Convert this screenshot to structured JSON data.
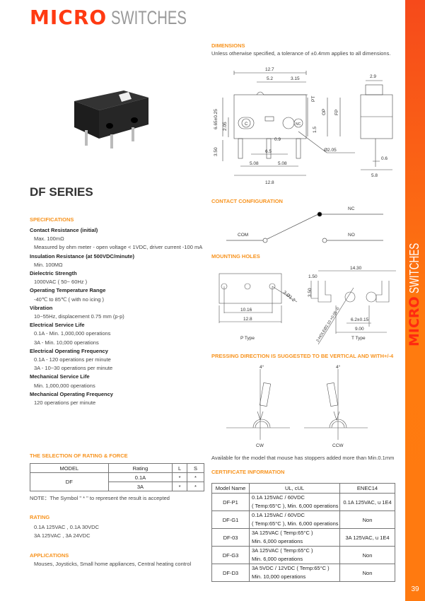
{
  "brand": {
    "micro": "MICRO",
    "switches": "SWITCHES"
  },
  "series_title": "DF SERIES",
  "sidebar": {
    "micro": "MICRO",
    "switches": "SWITCHES",
    "page_number": "39"
  },
  "specifications": {
    "heading": "SPECIFICATIONS",
    "items": [
      {
        "label": "Contact Resistance (initial)",
        "values": [
          "Max. 100mΩ",
          "Measured by ohm meter - open voltage < 1VDC, driver current -100 mA"
        ]
      },
      {
        "label": "Insulation Resistance (at 500VDC/minute)",
        "values": [
          "Min. 100MΩ"
        ]
      },
      {
        "label": "Dielectric Strength",
        "values": [
          "1000VAC ( 50~ 60Hz )"
        ]
      },
      {
        "label": "Operating Temperature Range",
        "values": [
          "-40℃ to 85℃ ( with no icing )"
        ]
      },
      {
        "label": "Vibration",
        "values": [
          "10~55Hz, displacement 0.75 mm (p-p)"
        ]
      },
      {
        "label": "Electrical Service Life",
        "values": [
          "0.1A - Min. 1,000,000 operations",
          "3A - Min. 10,000 operations"
        ]
      },
      {
        "label": "Electrical Operating Frequency",
        "values": [
          "0.1A - 120 operations per minute",
          "3A - 10~30 operations per minute"
        ]
      },
      {
        "label": "Mechanical Service Life",
        "values": [
          "Min. 1,000,000 operations"
        ]
      },
      {
        "label": "Mechanical Operating Frequency",
        "values": [
          "120 operations per minute"
        ]
      }
    ]
  },
  "rating_force": {
    "heading": "THE SELECTION OF RATING & FORCE",
    "headers": [
      "MODEL",
      "Rating",
      "L",
      "S"
    ],
    "model": "DF",
    "rows": [
      [
        "0.1A",
        "*",
        "*"
      ],
      [
        "3A",
        "*",
        "*"
      ]
    ],
    "note": "NOTE：The Symbol \" * \" to represent the result is accepted"
  },
  "rating": {
    "heading": "RATING",
    "lines": [
      "0.1A 125VAC , 0.1A 30VDC",
      "3A 125VAC , 3A 24VDC"
    ]
  },
  "applications": {
    "heading": "APPLICATIONS",
    "text": "Mouses, Joysticks, Small home appliances, Central heating control"
  },
  "dimensions": {
    "heading": "DIMENSIONS",
    "note": "Unless otherwise specified, a tolerance of ±0.4mm applies to all dimensions.",
    "labels": {
      "w127": "12.7",
      "d52": "5.2",
      "d315": "3.15",
      "pt": "PT",
      "op": "OP",
      "fp": "FP",
      "h665": "6.65±0.25",
      "h205": "2.05",
      "h350": "3.50",
      "h15": "1.5",
      "d09": "0.9",
      "d65": "6.5",
      "d508a": "5.08",
      "d508b": "5.08",
      "w128": "12.8",
      "dia": "Ø2.05",
      "c": "C",
      "nc": "NC",
      "s29": "2.9",
      "s06": "0.6",
      "s58": "5.8"
    }
  },
  "contact": {
    "heading": "CONTACT CONFIGURATION",
    "com": "COM",
    "nc": "NC",
    "no": "NO"
  },
  "mounting": {
    "heading": "MOUNTING HOLES",
    "p_type": "P Type",
    "t_type": "T Type",
    "p1016": "10.16",
    "p128": "12.8",
    "p3hole": "3-Ø1.2",
    "t1430": "14.30",
    "t150": "1.50",
    "t350": "3.50",
    "t62": "6.2±0.15",
    "t900": "9.00",
    "thole": "2-HOLEØ2.10 +0.05 -0"
  },
  "pressing": {
    "heading": "PRESSING DIRECTION IS SUGGESTED TO BE VERTICAL AND WITH+/-4",
    "angle_cw": "4°",
    "angle_ccw": "4°",
    "cw": "CW",
    "ccw": "CCW",
    "note": "Available for the model that mouse has stoppers added more than Min.0.1mm"
  },
  "certificate": {
    "heading": "CERTIFICATE INFORMATION",
    "headers": [
      "Model Name",
      "UL, cUL",
      "ENEC14"
    ],
    "rows": [
      {
        "model": "DF-P1",
        "ul": [
          "0.1A 125VAC / 60VDC",
          "( Temp:65°C ), Min. 6,000 operations"
        ],
        "enec": "0.1A 125VAC, u 1E4"
      },
      {
        "model": "DF-G1",
        "ul": [
          "0.1A 125VAC / 60VDC",
          "( Temp:65°C ), Min. 6,000 operations"
        ],
        "enec": "Non"
      },
      {
        "model": "DF-03",
        "ul": [
          "3A 125VAC ( Temp:65°C )",
          "Min. 6,000 operations"
        ],
        "enec": "3A 125VAC, u 1E4"
      },
      {
        "model": "DF-G3",
        "ul": [
          "3A 125VAC ( Temp:65°C )",
          "Min. 6,000 operations"
        ],
        "enec": "Non"
      },
      {
        "model": "DF-D3",
        "ul": [
          "3A 5VDC / 12VDC ( Temp:65°C )",
          "Min. 10,000 operations"
        ],
        "enec": "Non"
      }
    ]
  }
}
